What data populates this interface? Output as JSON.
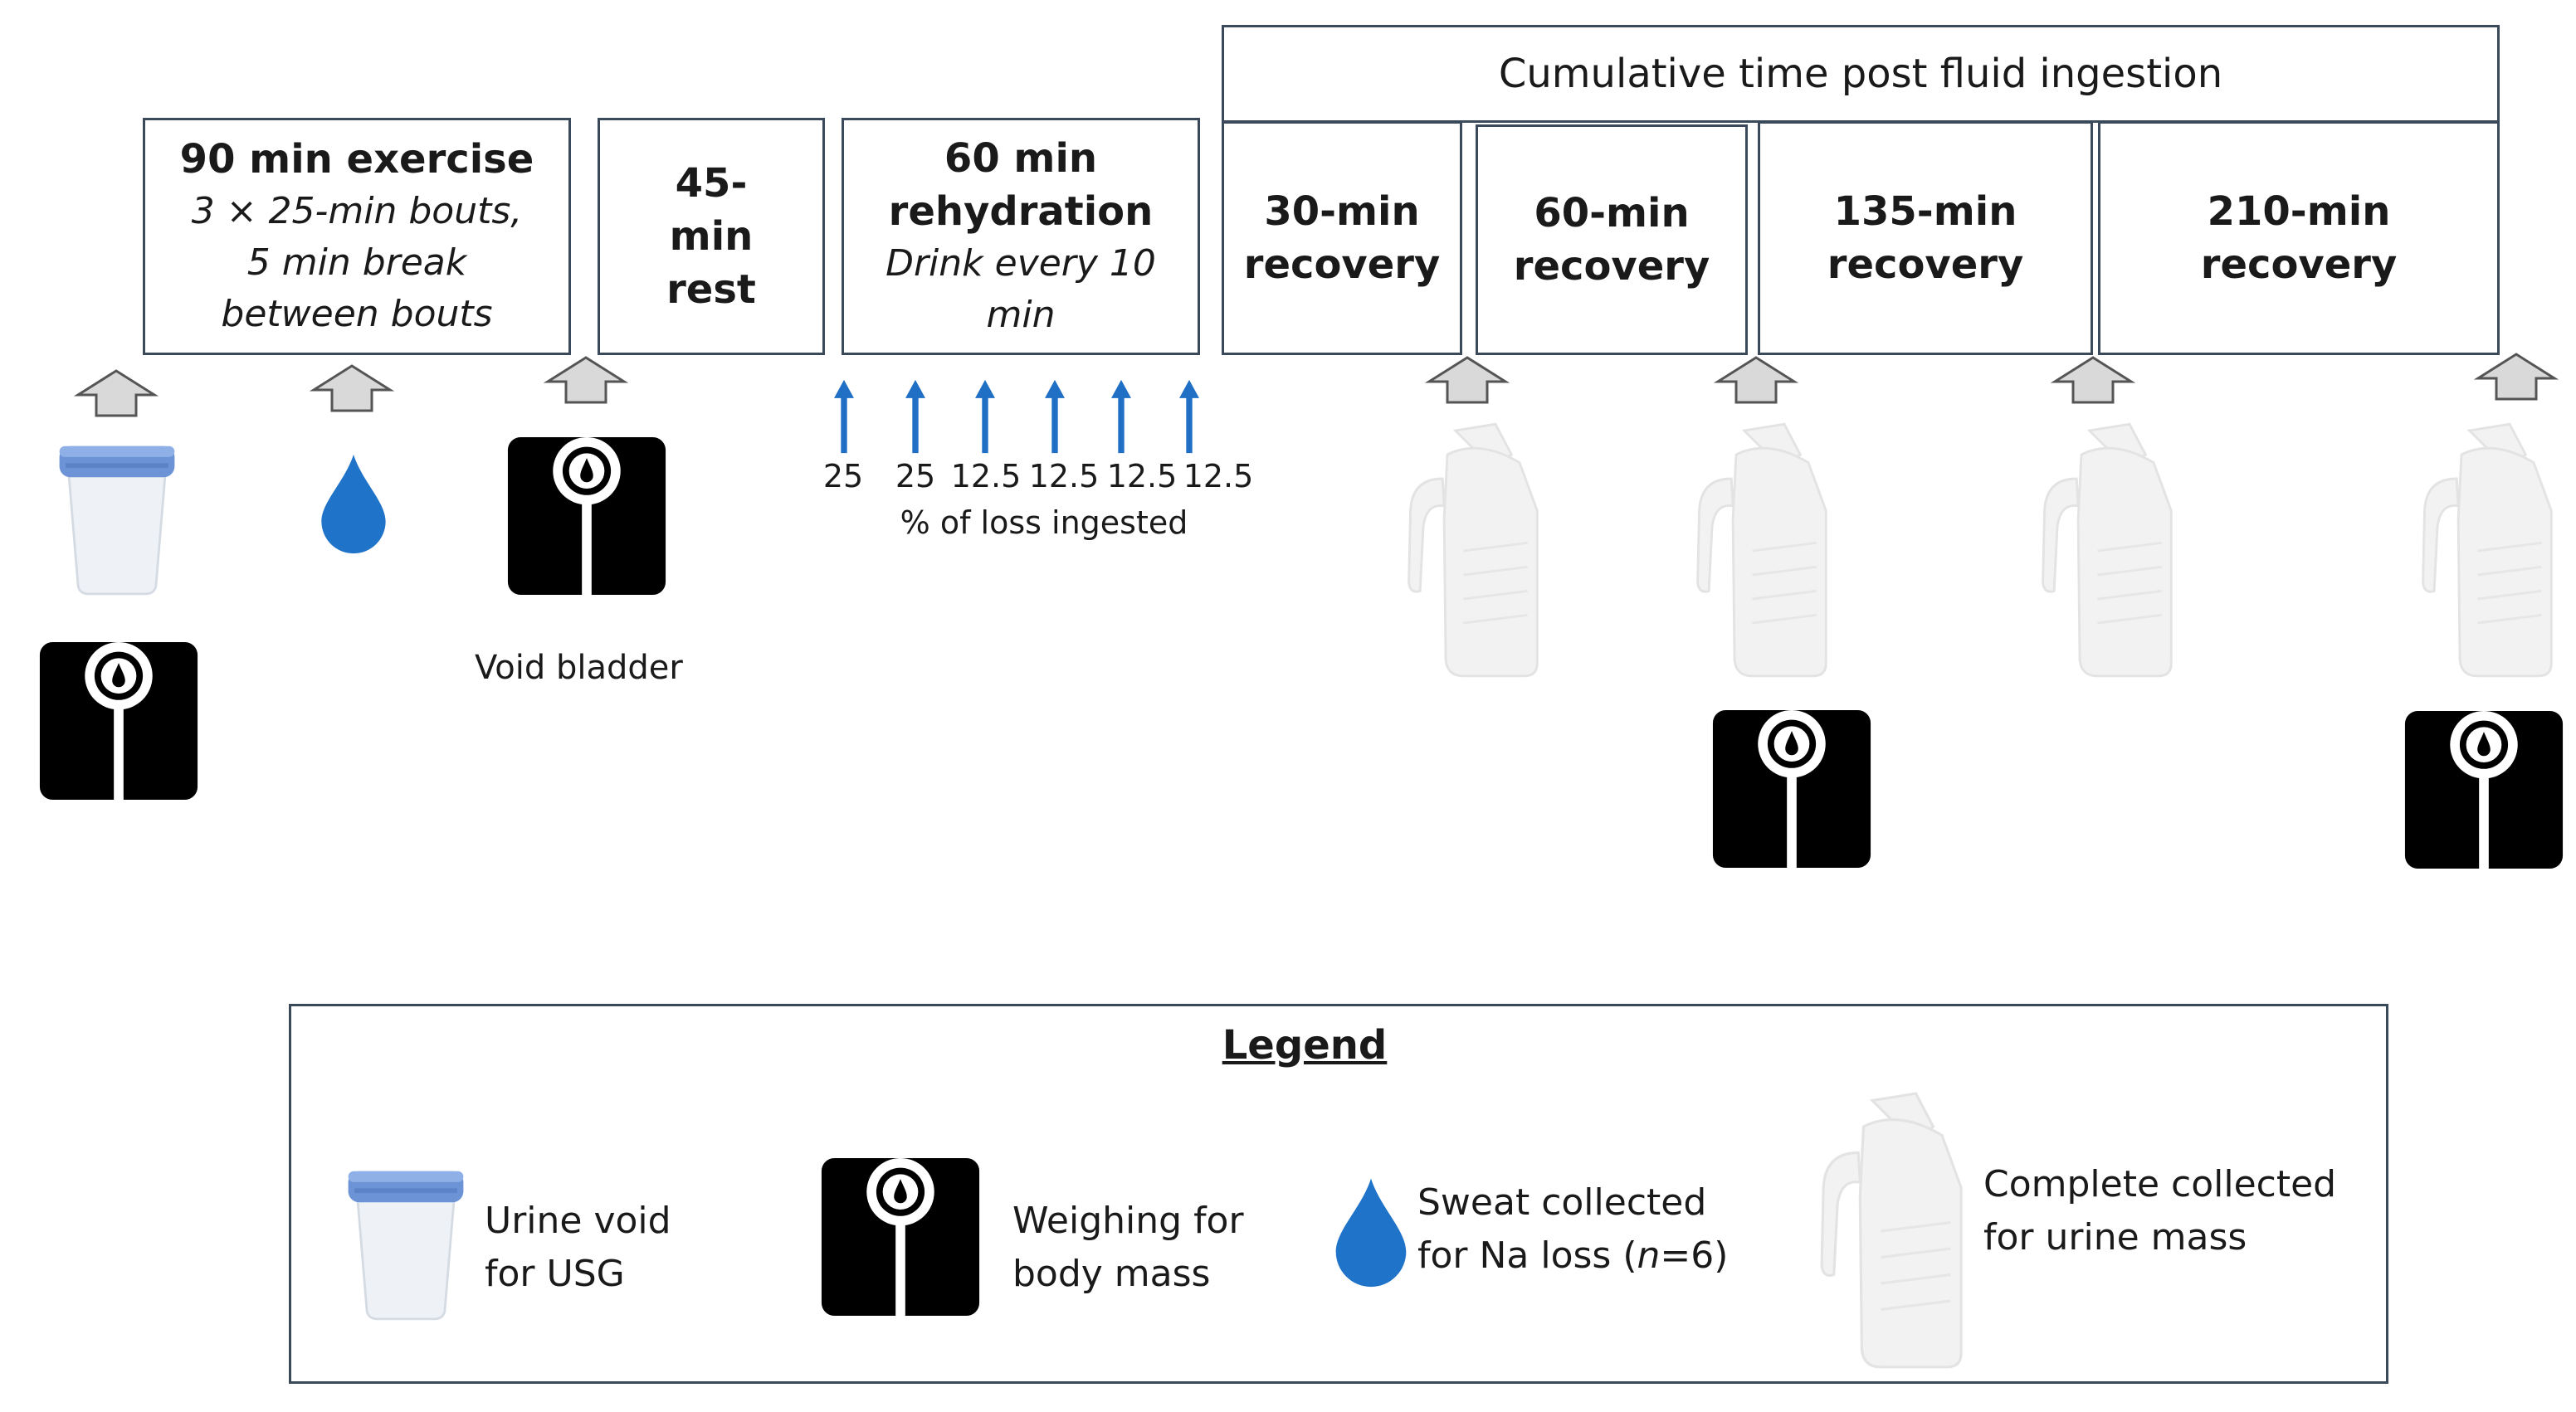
{
  "timeline": {
    "exercise": {
      "title": "90 min exercise",
      "detail": "3 × 25-min bouts, 5 min break between bouts"
    },
    "rest": {
      "title": "45-min rest"
    },
    "rehydration": {
      "title": "60 min rehydration",
      "detail": "Drink every 10 min"
    },
    "cumulative_header": "Cumulative time post fluid ingestion",
    "recovery": [
      {
        "title": "30-min recovery"
      },
      {
        "title": "60-min recovery"
      },
      {
        "title": "135-min recovery"
      },
      {
        "title": "210-min recovery"
      }
    ],
    "void_bladder": "Void bladder",
    "ingestion": {
      "values": [
        "25",
        "25",
        "12.5",
        "12.5",
        "12.5",
        "12.5"
      ],
      "caption": "% of loss ingested"
    }
  },
  "legend": {
    "title": "Legend",
    "items": [
      {
        "icon": "urine-cup-icon",
        "label": "Urine void for USG"
      },
      {
        "icon": "scale-icon",
        "label": "Weighing for body mass"
      },
      {
        "icon": "sweat-drop-icon",
        "label": "Sweat collected for Na loss (n=6)"
      },
      {
        "icon": "urinal-bottle-icon",
        "label": "Complete collected for urine mass"
      }
    ]
  },
  "colors": {
    "box_border": "#3a4a5a",
    "arrow_blue": "#1f6fc5",
    "drop_blue": "#1f73c9",
    "scale_black": "#000000",
    "marker_arrow_fill": "#d9d9d9"
  }
}
